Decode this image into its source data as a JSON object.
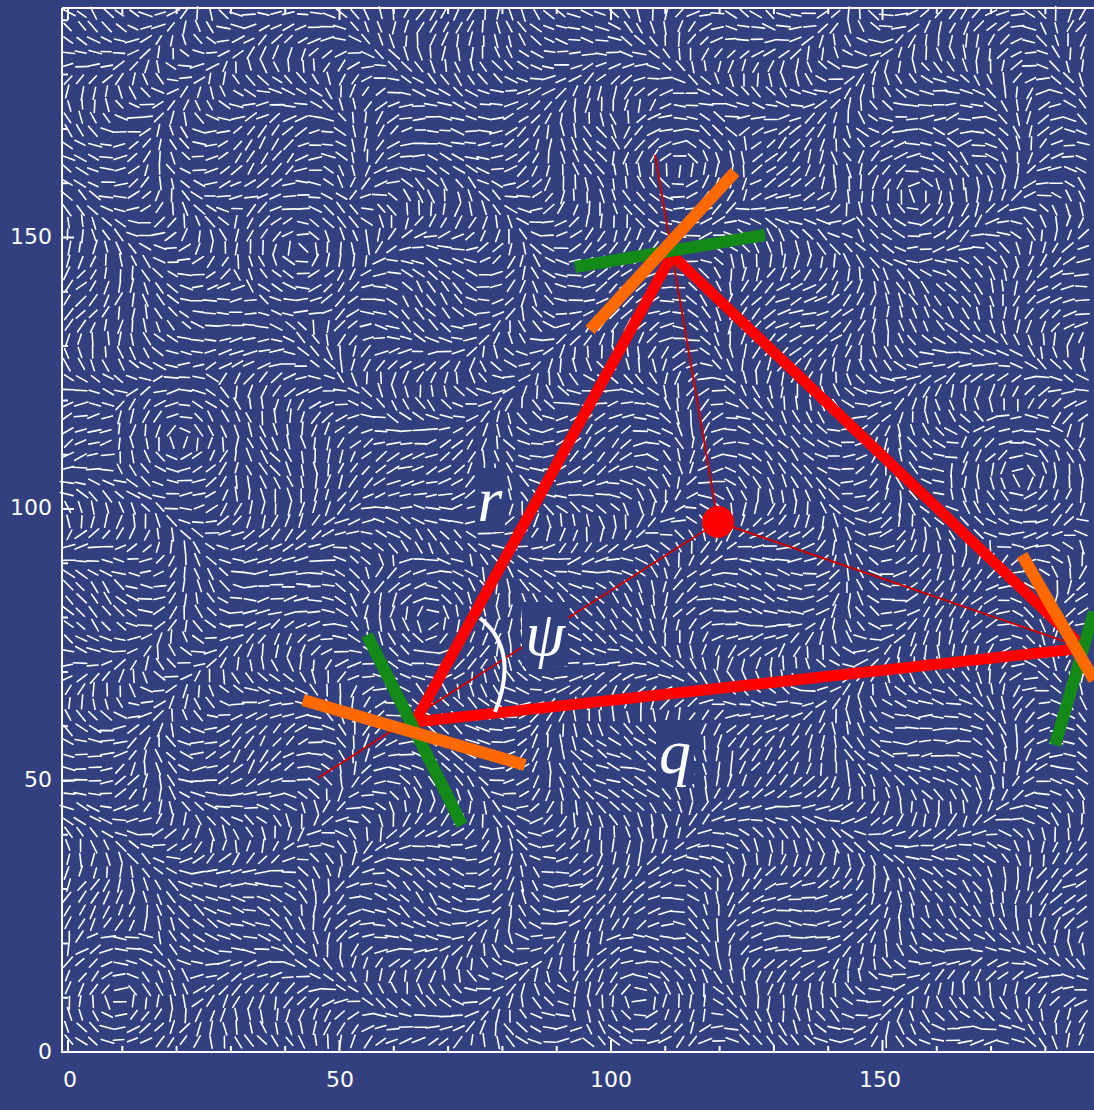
{
  "diagram": {
    "labels": [
      "150",
      "100",
      "50",
      "0",
      "0",
      "50",
      "100",
      "150",
      "r",
      "q",
      "ψ"
    ]
  }
}
